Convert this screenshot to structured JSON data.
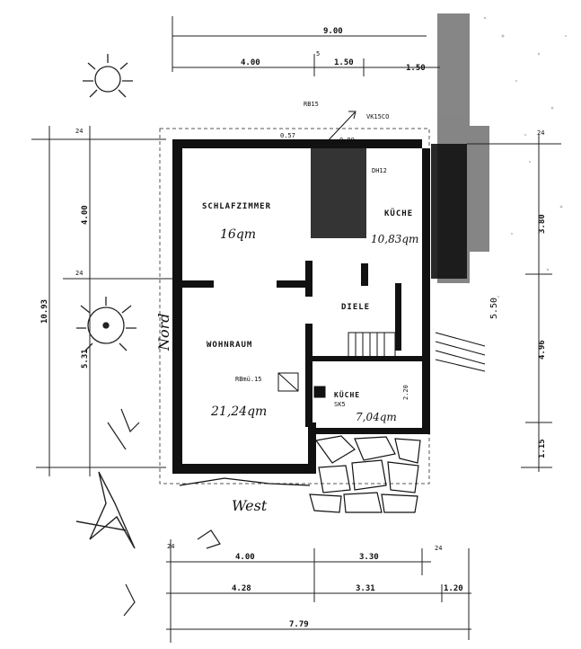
{
  "dimensions": {
    "top_overall": "9.00",
    "top_seg1": "4.00",
    "top_seg2": "1.50",
    "top_seg3": "1.50",
    "top_small": "5",
    "left_overall": "10.93",
    "left_upper": "4.00",
    "left_lower": "5.31",
    "right_upper": "3.80",
    "right_lower": "4.96",
    "right_bottom": "1.15",
    "bottom1_seg1": "4.00",
    "bottom1_seg2": "3.30",
    "bottom2_seg1": "4.28",
    "bottom2_seg2": "3.31",
    "bottom2_seg3": "1.20",
    "bottom_overall": "7.79",
    "tick_24": "24",
    "dim_057": "0.57",
    "dim_080": "0.80",
    "dim_220": "2.20",
    "dim_550": "5.50"
  },
  "labels": {
    "rb15": "RB15",
    "vkeco": "VK15CO",
    "dh12": "DH12",
    "rbmu": "RBmü.15",
    "sk5": "SK5"
  },
  "rooms": {
    "schlafzimmer": "SCHLAFZIMMER",
    "schlafzimmer_area": "16qm",
    "wohnraum": "WOHNRAUM",
    "wohnraum_area": "21,24qm",
    "kueche_area": "10,83qm",
    "kueche": "KÜCHE",
    "kuechel": "KÜCHE",
    "kuechel_area": "7,04qm",
    "diele": "DIELE"
  },
  "annotations": {
    "nord": "Nord",
    "west": "West"
  },
  "colors": {
    "wall": "#111111",
    "paper": "#ffffff"
  }
}
